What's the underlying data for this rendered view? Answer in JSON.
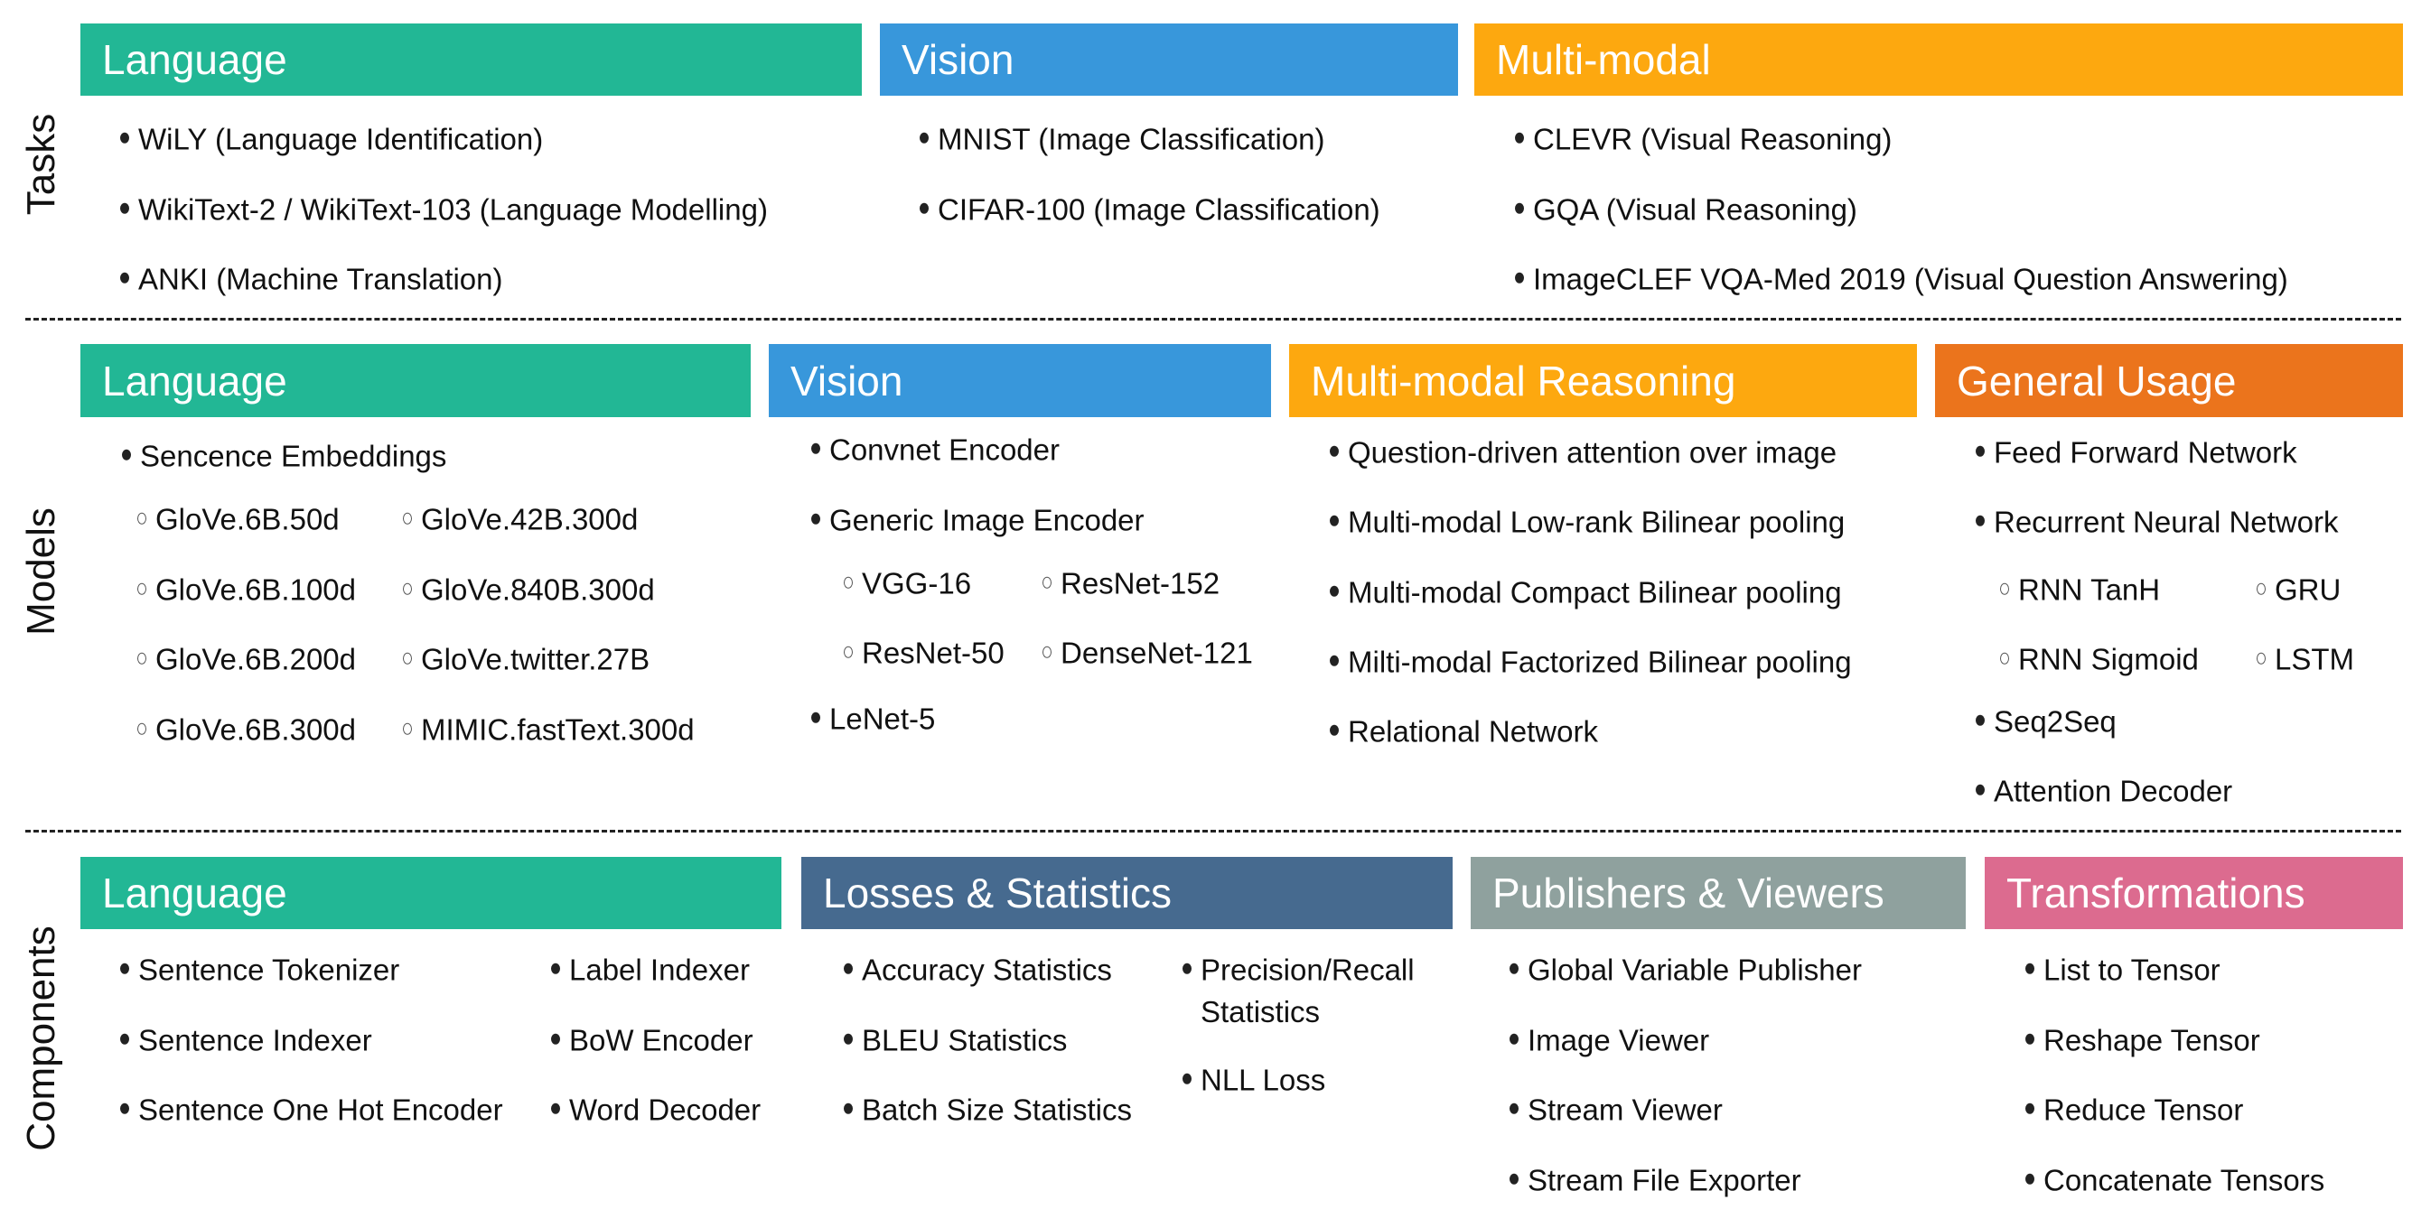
{
  "colors": {
    "language": "#22b795",
    "vision": "#3897db",
    "multimodal": "#fda80f",
    "general": "#eb741c",
    "losses": "#466a8f",
    "publishers": "#8fa19e",
    "transformations": "#dc6b8f"
  },
  "tasks": {
    "label": "Tasks",
    "language": {
      "title": "Language",
      "items": [
        "WiLY (Language Identification)",
        "WikiText-2 / WikiText-103 (Language Modelling)",
        "ANKI (Machine Translation)"
      ]
    },
    "vision": {
      "title": "Vision",
      "items": [
        "MNIST (Image Classification)",
        "CIFAR-100 (Image Classification)"
      ]
    },
    "multimodal": {
      "title": "Multi-modal",
      "items": [
        "CLEVR (Visual Reasoning)",
        "GQA (Visual Reasoning)",
        "ImageCLEF VQA-Med 2019 (Visual Question Answering)"
      ]
    }
  },
  "models": {
    "label": "Models",
    "language": {
      "title": "Language",
      "item": "Sencence Embeddings",
      "sub": [
        "GloVe.6B.50d",
        "GloVe.42B.300d",
        "GloVe.6B.100d",
        "GloVe.840B.300d",
        "GloVe.6B.200d",
        "GloVe.twitter.27B",
        "GloVe.6B.300d",
        "MIMIC.fastText.300d"
      ]
    },
    "vision": {
      "title": "Vision",
      "items": [
        "Convnet Encoder",
        "Generic Image Encoder",
        "LeNet-5"
      ],
      "sub": [
        "VGG-16",
        "ResNet-152",
        "ResNet-50",
        "DenseNet-121"
      ]
    },
    "reasoning": {
      "title": "Multi-modal Reasoning",
      "items": [
        "Question-driven attention over image",
        "Multi-modal Low-rank Bilinear pooling",
        "Multi-modal Compact Bilinear pooling",
        "Milti-modal Factorized Bilinear pooling",
        "Relational Network"
      ]
    },
    "general": {
      "title": "General Usage",
      "items": [
        "Feed Forward Network",
        "Recurrent Neural Network",
        "Seq2Seq",
        "Attention Decoder"
      ],
      "sub": [
        "RNN TanH",
        "GRU",
        "RNN Sigmoid",
        "LSTM"
      ]
    }
  },
  "components": {
    "label": "Components",
    "language": {
      "title": "Language",
      "items": [
        "Sentence Tokenizer",
        "Sentence Indexer",
        "Sentence One Hot Encoder",
        "Label Indexer",
        "BoW Encoder",
        "Word Decoder"
      ]
    },
    "losses": {
      "title": "Losses & Statistics",
      "items": [
        "Accuracy Statistics",
        "BLEU Statistics",
        "Batch Size Statistics",
        "Precision/Recall",
        "Statistics",
        "NLL Loss"
      ]
    },
    "publishers": {
      "title": "Publishers & Viewers",
      "items": [
        "Global Variable Publisher",
        "Image Viewer",
        "Stream Viewer",
        "Stream File Exporter"
      ]
    },
    "transformations": {
      "title": "Transformations",
      "items": [
        "List to Tensor",
        "Reshape Tensor",
        "Reduce Tensor",
        "Concatenate Tensors"
      ]
    }
  }
}
